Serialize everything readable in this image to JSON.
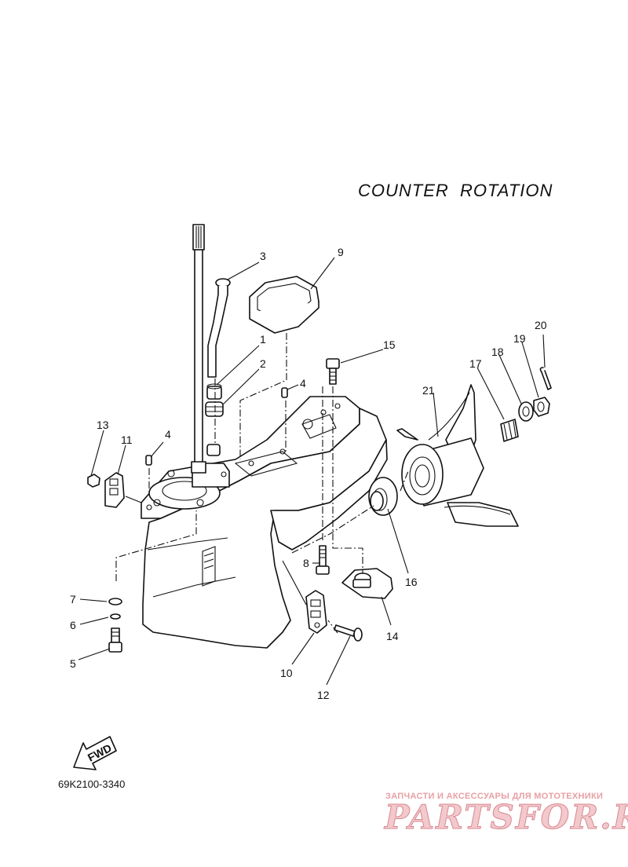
{
  "diagram": {
    "title": "COUNTER  ROTATION",
    "catalog_code": "69K2100-3340",
    "fwd_label": "FWD",
    "callouts": [
      {
        "id": "c1",
        "text": "1"
      },
      {
        "id": "c2",
        "text": "2"
      },
      {
        "id": "c3",
        "text": "3"
      },
      {
        "id": "c4a",
        "text": "4"
      },
      {
        "id": "c4b",
        "text": "4"
      },
      {
        "id": "c5",
        "text": "5"
      },
      {
        "id": "c6",
        "text": "6"
      },
      {
        "id": "c7",
        "text": "7"
      },
      {
        "id": "c8",
        "text": "8"
      },
      {
        "id": "c9",
        "text": "9"
      },
      {
        "id": "c10",
        "text": "10"
      },
      {
        "id": "c11",
        "text": "11"
      },
      {
        "id": "c12",
        "text": "12"
      },
      {
        "id": "c13",
        "text": "13"
      },
      {
        "id": "c14",
        "text": "14"
      },
      {
        "id": "c15",
        "text": "15"
      },
      {
        "id": "c16",
        "text": "16"
      },
      {
        "id": "c17",
        "text": "17"
      },
      {
        "id": "c18",
        "text": "18"
      },
      {
        "id": "c19",
        "text": "19"
      },
      {
        "id": "c20",
        "text": "20"
      },
      {
        "id": "c21",
        "text": "21"
      }
    ]
  },
  "watermark": {
    "tagline": "ЗАПЧАСТИ И АКСЕССУАРЫ ДЛЯ МОТОТЕХНИКИ",
    "brand": "PARTSFOR.RU",
    "color": "#e8a0a4"
  }
}
